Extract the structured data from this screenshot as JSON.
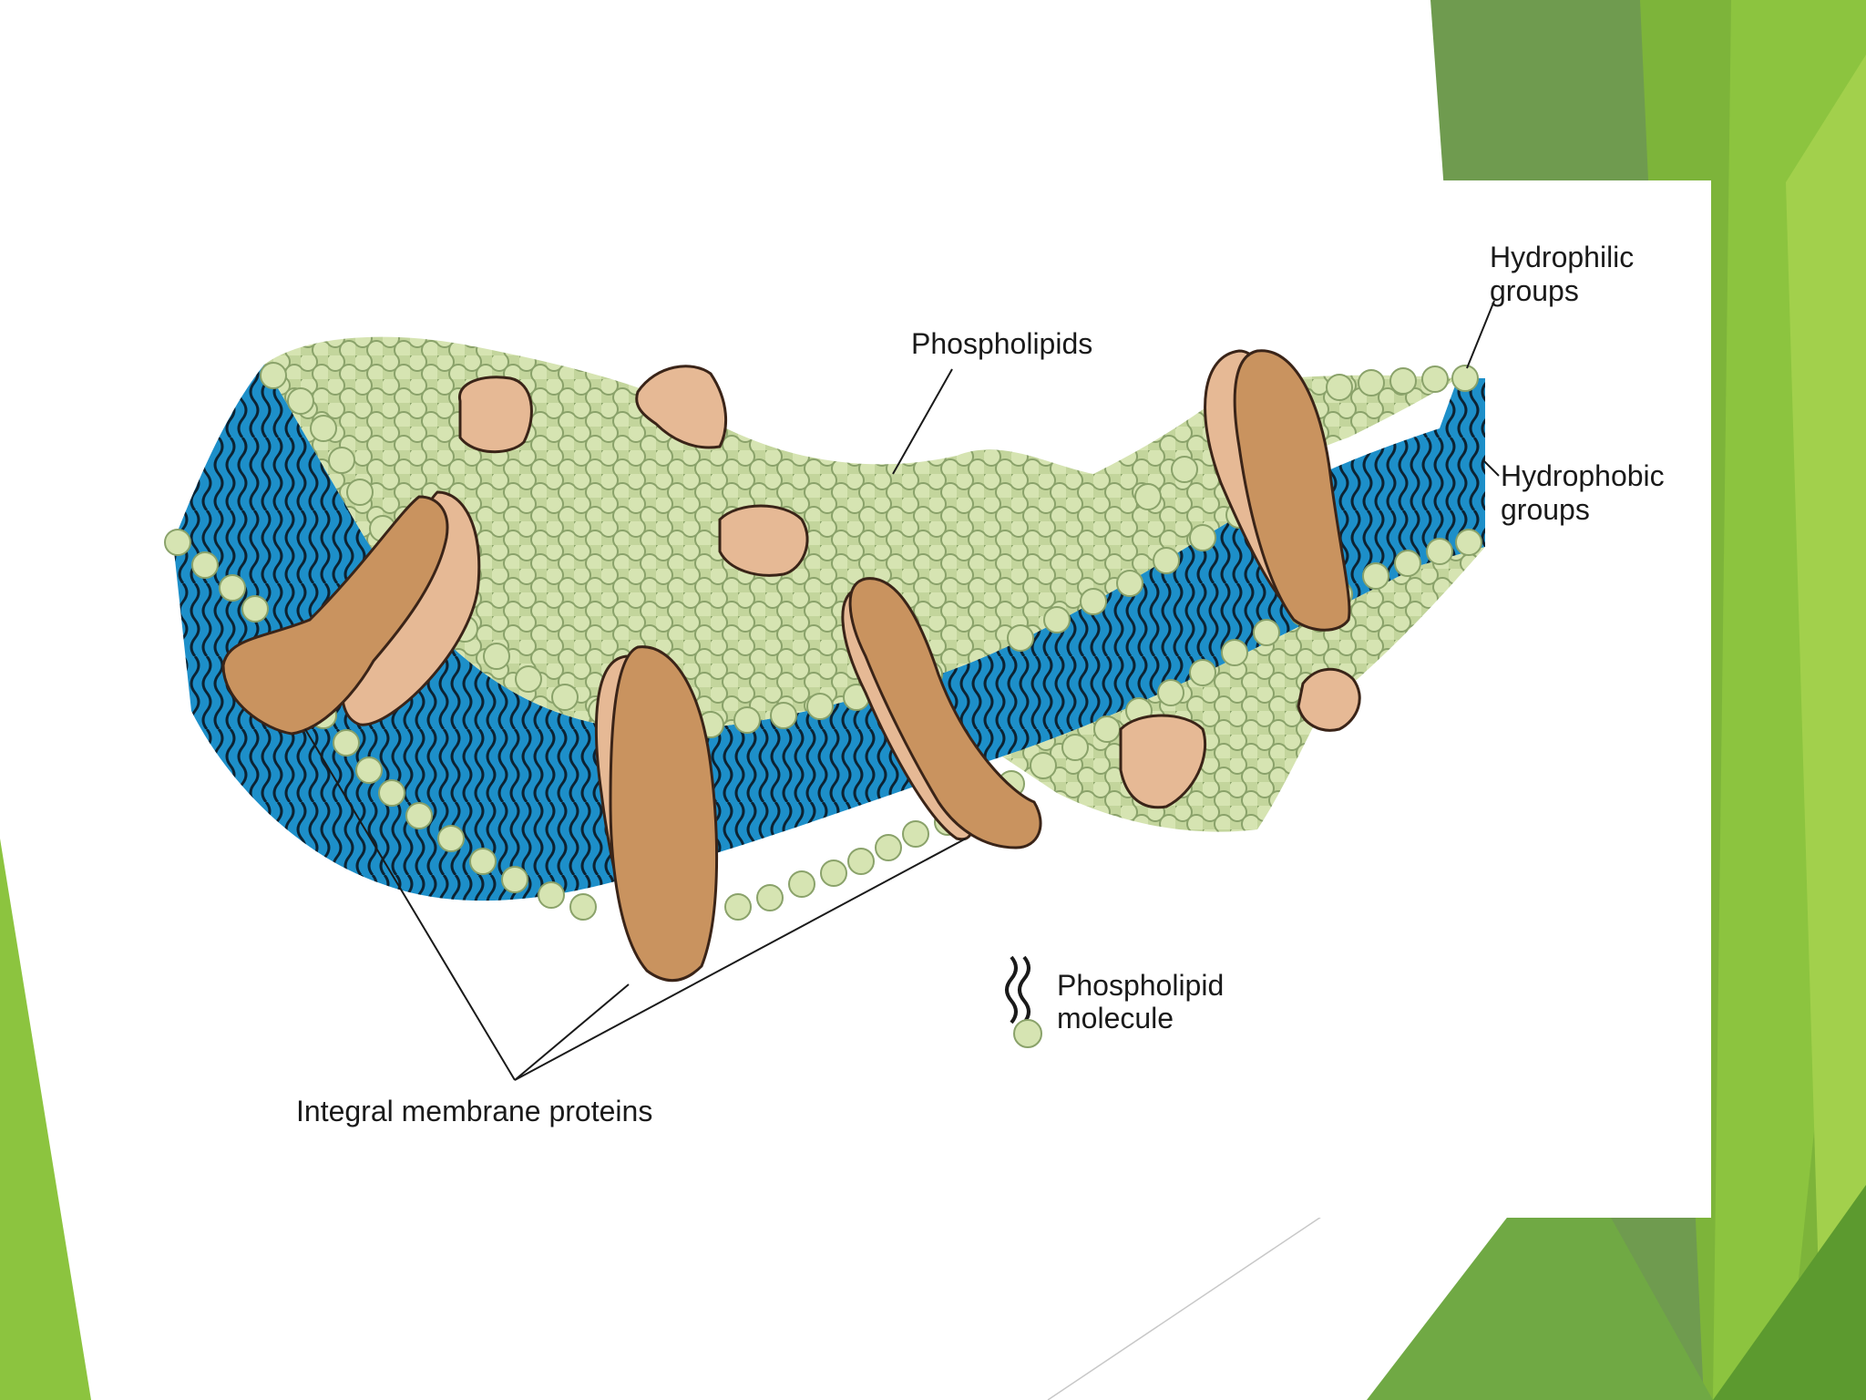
{
  "labels": {
    "hydrophilic_line1": "Hydrophilic",
    "hydrophilic_line2": "groups",
    "phospholipids": "Phospholipids",
    "hydrophobic_line1": "Hydrophobic",
    "hydrophobic_line2": "groups",
    "phospholipid_molecule_line1": "Phospholipid",
    "phospholipid_molecule_line2": "molecule",
    "integral_proteins": "Integral membrane proteins"
  },
  "colors": {
    "lipid_head": "#d6e4b2",
    "lipid_head_stroke": "#8aa26a",
    "hydrophobic_core": "#1d8fc9",
    "tail": "#0b1d2b",
    "protein": "#c9935f",
    "protein_light": "#e6b995",
    "accent_green_dark": "#5d8f3c",
    "accent_green": "#79b43a",
    "accent_green_light": "#9dcb45"
  }
}
